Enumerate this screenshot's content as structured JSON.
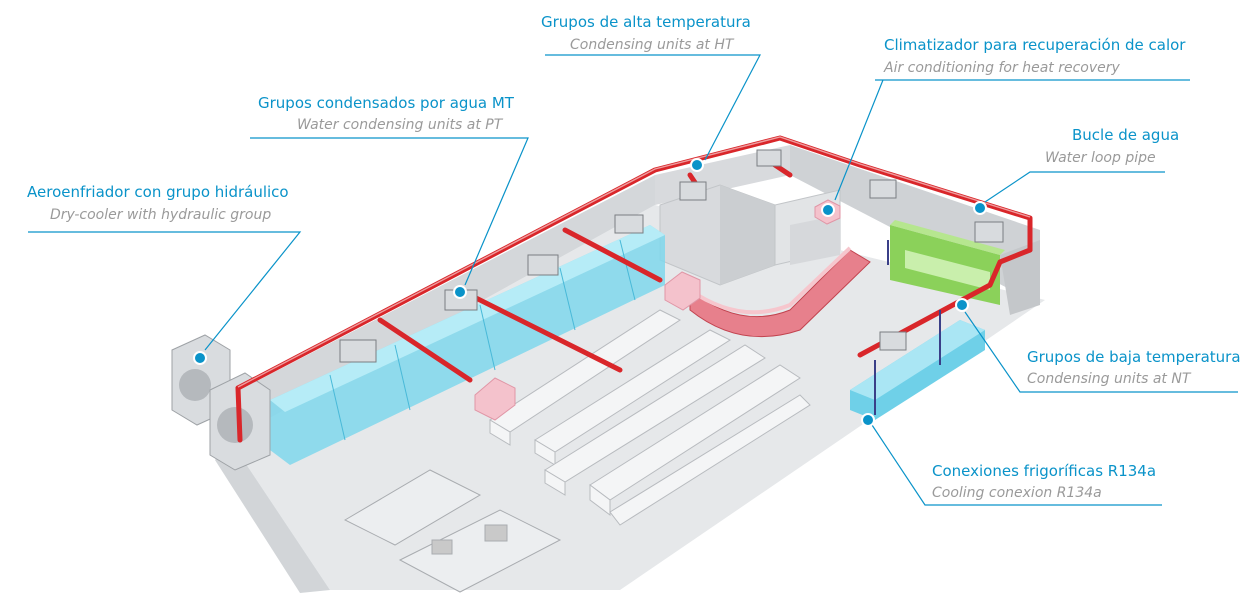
{
  "callouts": [
    {
      "id": "high-temp-units",
      "es": "Grupos de alta temperatura",
      "en": "Condensing units at HT"
    },
    {
      "id": "air-conditioning",
      "es": "Climatizador para recuperación de calor",
      "en": "Air conditioning for heat recovery"
    },
    {
      "id": "water-condensing",
      "es": "Grupos condensados por agua MT",
      "en": "Water condensing units at PT"
    },
    {
      "id": "water-loop",
      "es": "Bucle de agua",
      "en": "Water loop pipe"
    },
    {
      "id": "dry-cooler",
      "es": "Aeroenfriador con grupo hidráulico",
      "en": "Dry-cooler with hydraulic group"
    },
    {
      "id": "low-temp-units",
      "es": "Grupos de baja temperatura",
      "en": "Condensing units at NT"
    },
    {
      "id": "cooling-connections",
      "es": "Conexiones frigoríficas R134a",
      "en": "Cooling conexion R134a"
    }
  ],
  "colors": {
    "accent": "#0a93c9",
    "pipe": "#d9262a",
    "translation_text": "#9a9a9a",
    "floor": "#e4e6e8",
    "wall": "#cfd2d5",
    "cold_cabinet": "#5fcbe6",
    "green_cabinet": "#8bd15a",
    "red_counter": "#e05a6a",
    "pink_unit": "#f4c2cc"
  }
}
